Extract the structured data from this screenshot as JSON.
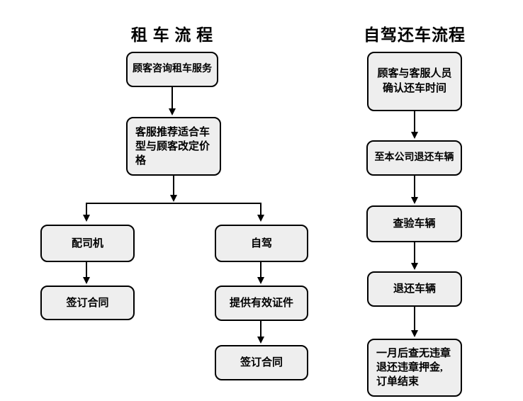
{
  "colors": {
    "background": "#ffffff",
    "node_fill": "#eeeeee",
    "node_border": "#000000",
    "connector": "#000000",
    "text": "#000000"
  },
  "rental_flow": {
    "title": "租 车 流 程",
    "nodes": {
      "inquiry": "顾客咨询租车服务",
      "recommend": "客服推荐适合车\n型与顾客改定价\n格",
      "with_driver": "配司机",
      "self_drive": "自驾",
      "sign_contract_driver": "签订合同",
      "valid_documents": "提供有效证件",
      "sign_contract_self": "签订合同"
    }
  },
  "return_flow": {
    "title": "自驾还车流程",
    "nodes": {
      "confirm_time": "顾客与客服人员\n确认还车时间",
      "return_to_company": "至本公司退还车辆",
      "inspect_vehicle": "查验车辆",
      "return_vehicle": "退还车辆",
      "final_settlement": "一月后查无违章\n退还违章押金,\n订单结束"
    }
  }
}
